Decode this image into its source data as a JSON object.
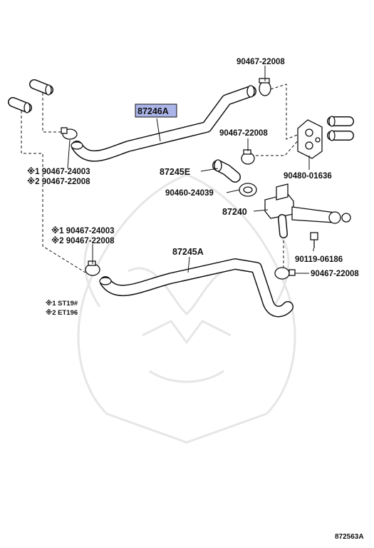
{
  "diagram": {
    "labels": {
      "clamp_top": "90467-22008",
      "hose_top": "87246A",
      "clamp_mid": "90467-22008",
      "hose_elbow": "87245E",
      "gasket": "90480-01636",
      "clamp_left_1": "※1 90467-24003",
      "clamp_left_2": "※2 90467-22008",
      "clip": "90460-24039",
      "valve": "87240",
      "clamp_lower_1": "※1 90467-24003",
      "clamp_lower_2": "※2 90467-22008",
      "hose_lower": "87245A",
      "bolt": "90119-06186",
      "clamp_bottom": "90467-22008",
      "note_1": "※1 ST19#",
      "note_2": "※2 ET196",
      "ref": "872563A"
    },
    "colors": {
      "highlight": "#aab4e8",
      "line": "#111111",
      "watermark": "#e6e6e6"
    }
  }
}
